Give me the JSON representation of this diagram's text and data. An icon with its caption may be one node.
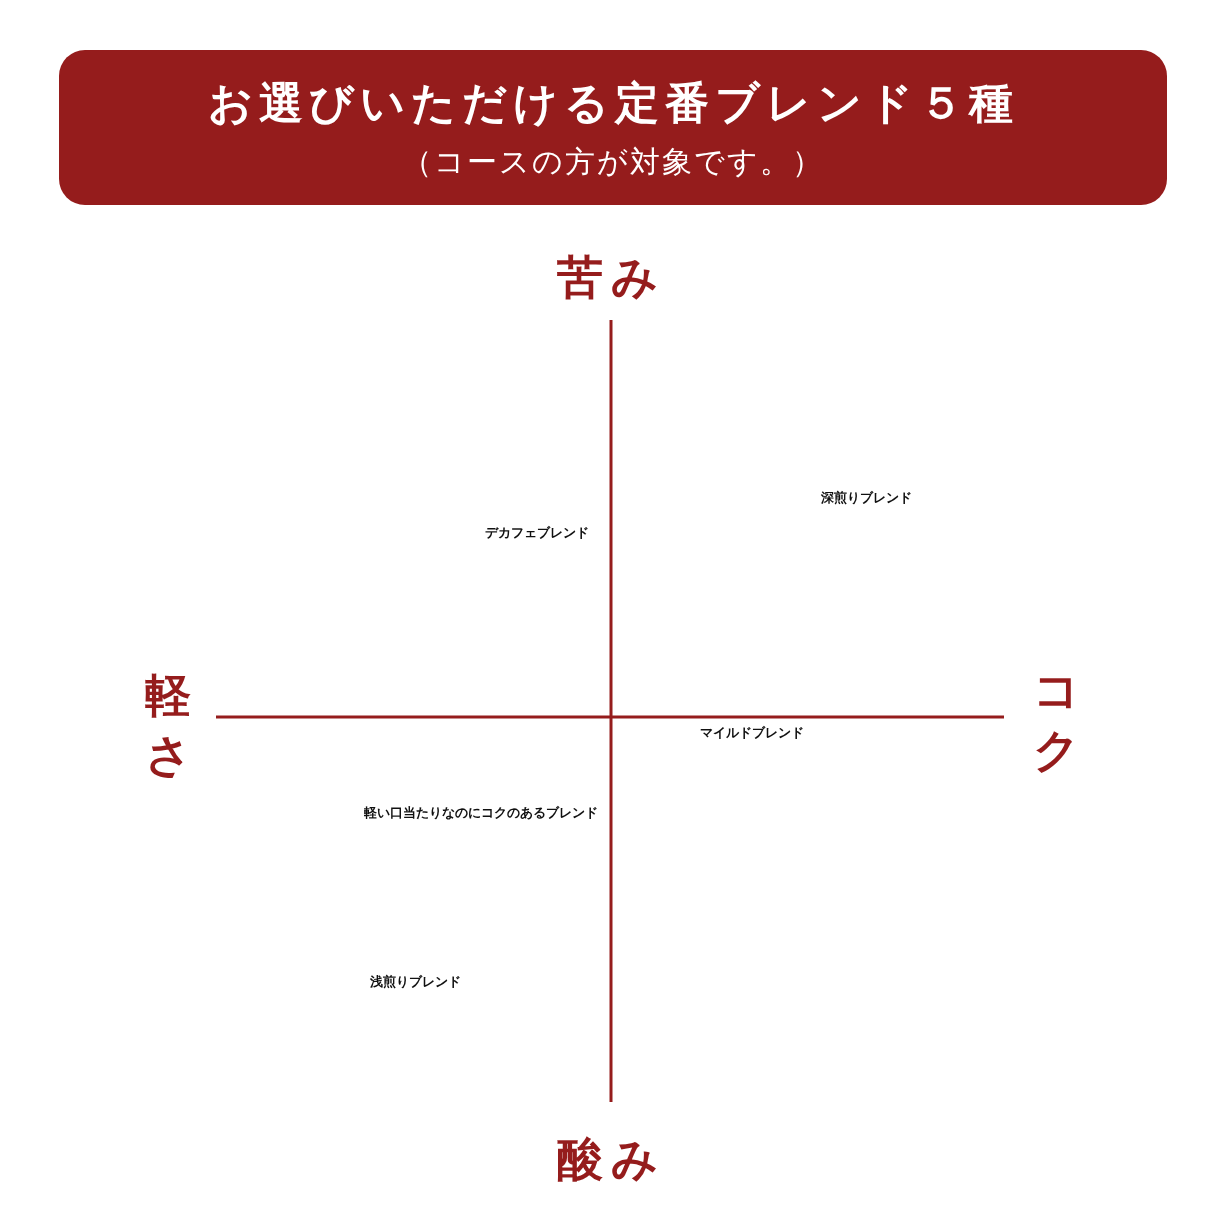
{
  "diagram": {
    "title": "お選びいただける定番ブレンド５種",
    "labels": [
      "（コースの方が対象です。）",
      "苦み",
      "軽さ",
      "コク",
      "深煎りブレンド",
      "デカフェブレンド",
      "マイルドブレンド",
      "軽い口当たりなのにコクのあるブレンド",
      "浅煎りブレンド",
      "酸み"
    ]
  }
}
